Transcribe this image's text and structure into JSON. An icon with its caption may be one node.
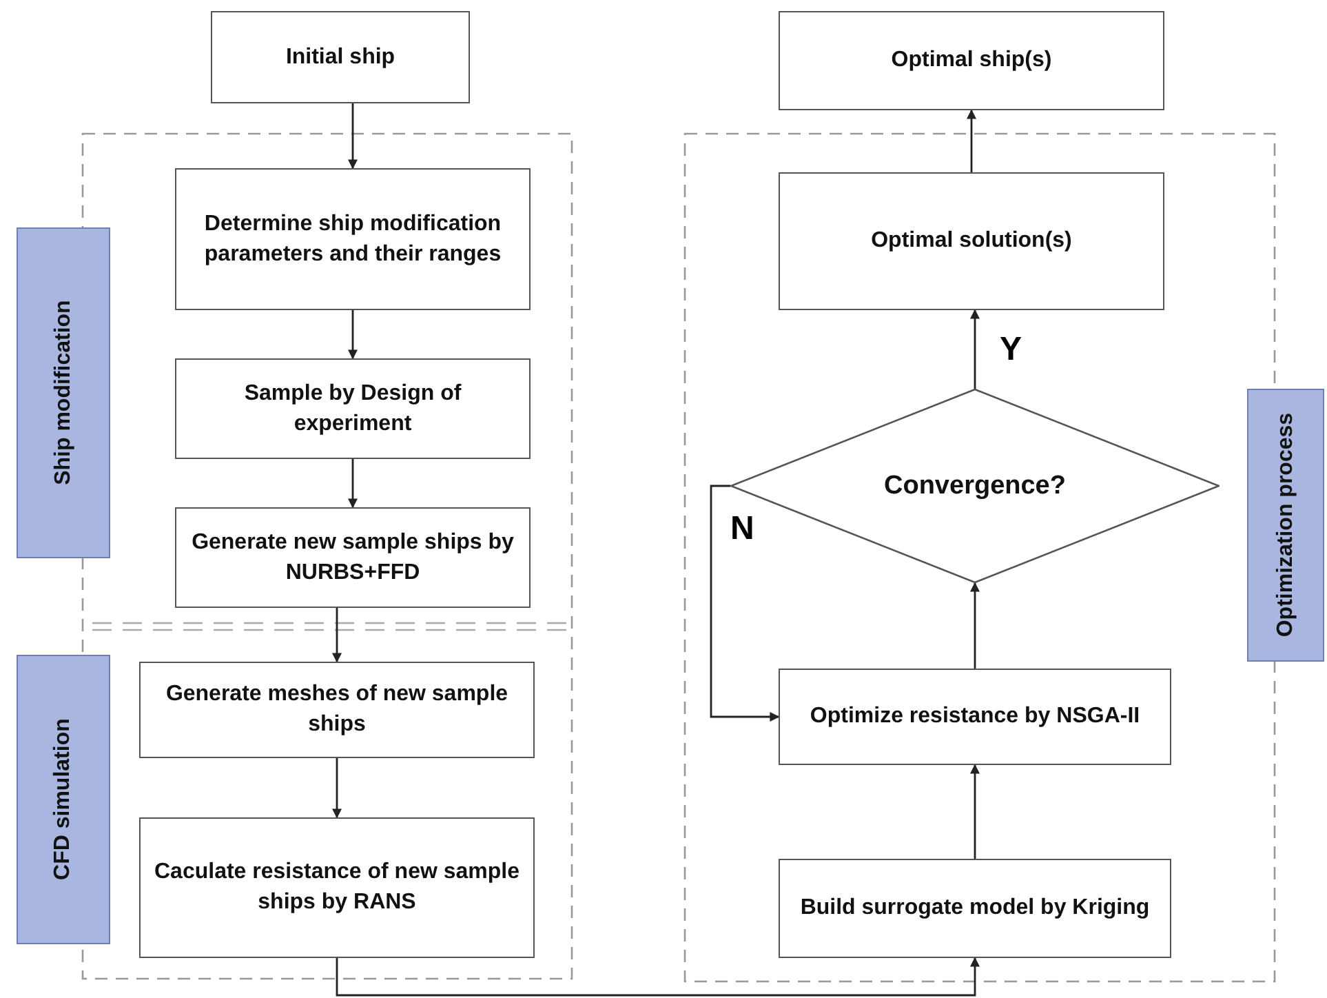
{
  "diagram": {
    "nodes": [
      {
        "text": [
          "Initial ship"
        ]
      },
      {
        "text": [
          "Ship modification"
        ]
      },
      {
        "text": [
          "Determine ship modification parameters and their ranges"
        ]
      },
      {
        "text": [
          "Sample by Design of experiment"
        ]
      },
      {
        "text": [
          "Generate new sample ships by NURBS+FFD"
        ]
      },
      {
        "text": [
          "CFD simulation"
        ]
      },
      {
        "text": [
          "Generate meshes of new sample ships"
        ]
      },
      {
        "text": [
          "Caculate resistance of new sample ships by RANS"
        ]
      },
      {
        "text": [
          "Optimal ship(s)"
        ]
      },
      {
        "text": [
          "Optimal solution(s)"
        ]
      },
      {
        "text": [
          "Convergence?"
        ]
      },
      {
        "text": [
          "Optimize resistance by NSGA-II"
        ]
      },
      {
        "text": [
          "Build surrogate model by Kriging"
        ]
      },
      {
        "text": [
          "Optimization process"
        ]
      }
    ],
    "edges": [
      {
        "from": 0,
        "to": 2,
        "arrow": "to"
      },
      {
        "from": 2,
        "to": 3,
        "arrow": "to"
      },
      {
        "from": 3,
        "to": 4,
        "arrow": "to"
      },
      {
        "from": 4,
        "to": 6,
        "arrow": "to"
      },
      {
        "from": 6,
        "to": 7,
        "arrow": "to"
      },
      {
        "from": 7,
        "to": 12,
        "arrow": "to"
      },
      {
        "from": 12,
        "to": 11,
        "arrow": "to"
      },
      {
        "from": 11,
        "to": 10,
        "arrow": "to"
      },
      {
        "from": 10,
        "to": 9,
        "arrow": "to",
        "label": "Y"
      },
      {
        "from": 10,
        "to": 11,
        "arrow": "to",
        "label": "N"
      },
      {
        "from": 9,
        "to": 8,
        "arrow": "to"
      }
    ]
  }
}
